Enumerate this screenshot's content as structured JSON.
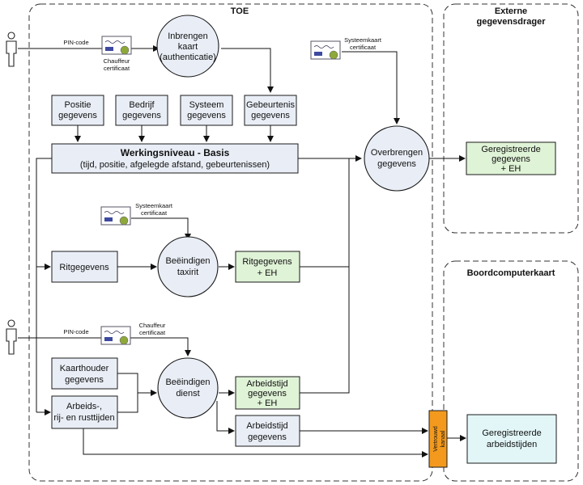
{
  "groups": {
    "toe": "TOE",
    "extern": [
      "Externe",
      "gegevensdrager"
    ],
    "boardcard": "Boordcomputerkaart"
  },
  "actors": {
    "pin_top": "PIN-code",
    "pin_bottom": "PIN-code"
  },
  "certificates": {
    "driver_top": [
      "Chauffeur",
      "certificaat"
    ],
    "system_top": [
      "Systeemkaart",
      "certificaat"
    ],
    "system_mid": [
      "Systeemkaart",
      "certificaat"
    ],
    "driver_bottom": [
      "Chauffeur",
      "certificaat"
    ]
  },
  "circles": {
    "insert": [
      "Inbrengen",
      "kaart",
      "(authenticatie)"
    ],
    "transfer": [
      "Overbrengen",
      "gegevens"
    ],
    "end_ride": [
      "Beëindigen",
      "taxirit"
    ],
    "end_service": [
      "Beëindigen",
      "dienst"
    ]
  },
  "boxes": {
    "position": [
      "Positie",
      "gegevens"
    ],
    "company": [
      "Bedrijf",
      "gegevens"
    ],
    "system": [
      "Systeem",
      "gegevens"
    ],
    "events": [
      "Gebeurtenis",
      "gegevens"
    ],
    "level_title": "Werkingsniveau - Basis",
    "level_sub": "(tijd, positie, afgelegde afstand, gebeurtenissen)",
    "ride": "Ritgegevens",
    "ride_eh": [
      "Ritgegevens",
      "+ EH"
    ],
    "holder": [
      "Kaarthouder",
      "gegevens"
    ],
    "labor": [
      "Arbeids-,",
      "rij- en rusttijden"
    ],
    "worktime_eh": [
      "Arbeidstijd",
      "gegevens",
      "+ EH"
    ],
    "worktime": [
      "Arbeidstijd",
      "gegevens"
    ],
    "ext_registered": [
      "Geregistreerde",
      "gegevens",
      "+ EH"
    ],
    "reg_worktime": [
      "Geregistreerde",
      "arbeidstijden"
    ],
    "secure_channel": [
      "Vertrouwd",
      "kanaal"
    ]
  },
  "colors": {
    "box_fill": "#e9eef6",
    "green_fill": "#dff3d6",
    "cyan_fill": "#e2f6f8",
    "orange": "#f39a1e",
    "stroke": "#1a1a1a"
  }
}
